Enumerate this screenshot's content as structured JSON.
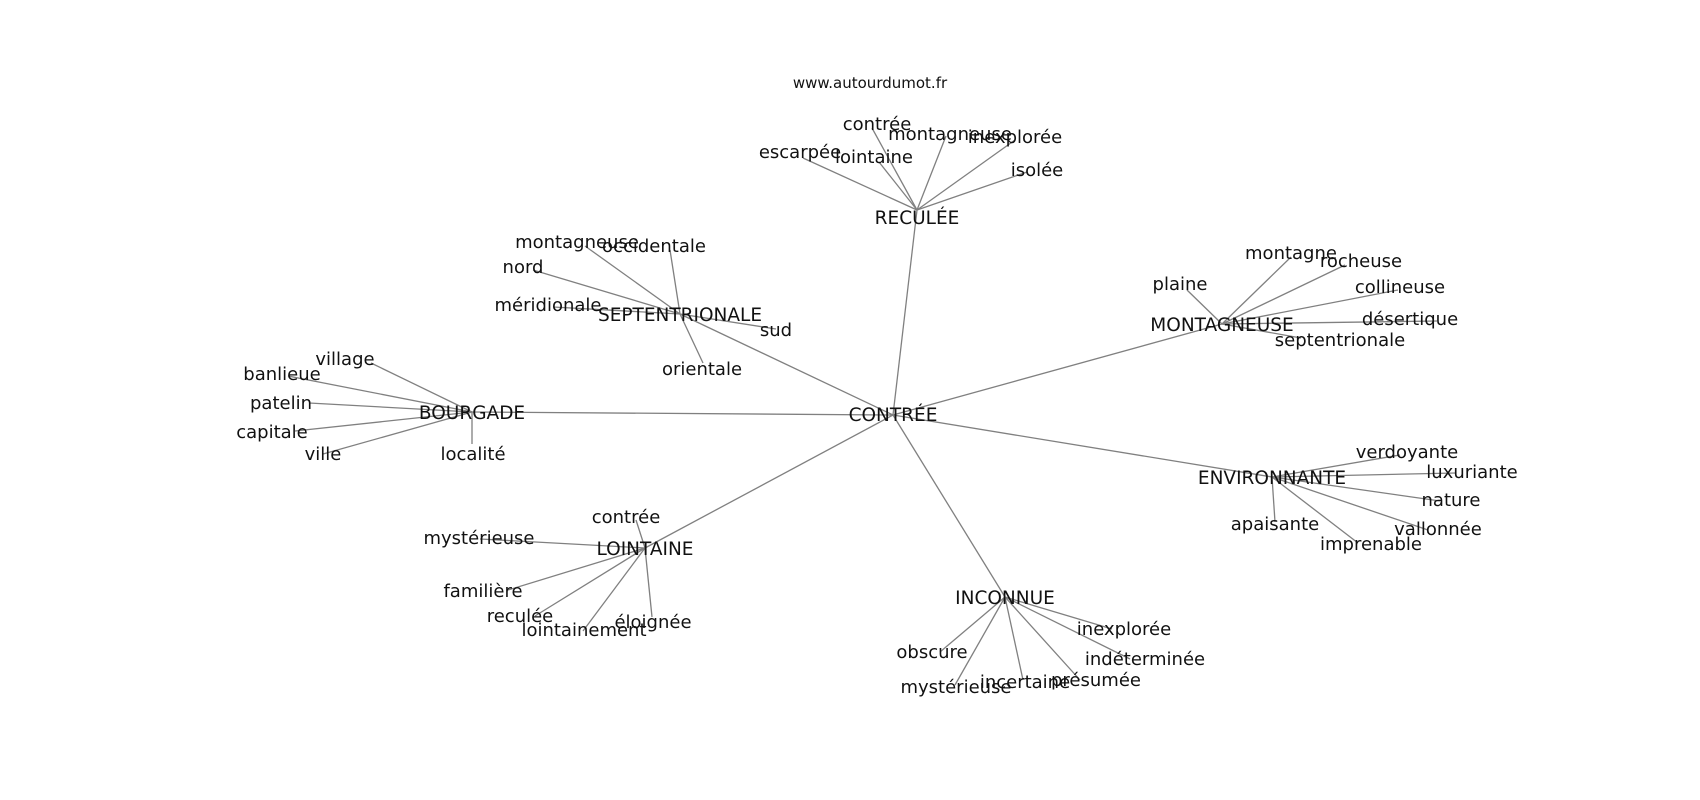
{
  "source": "www.autourdumot.fr",
  "center": "CONTRÉE",
  "clusters": [
    {
      "hub": "RECULÉE",
      "words": [
        "escarpée",
        "contrée",
        "lointaine",
        "montagneuse",
        "inexplorée",
        "isolée"
      ]
    },
    {
      "hub": "SEPTENTRIONALE",
      "words": [
        "montagneuse",
        "occidentale",
        "nord",
        "méridionale",
        "sud",
        "orientale"
      ]
    },
    {
      "hub": "MONTAGNEUSE",
      "words": [
        "montagne",
        "rocheuse",
        "plaine",
        "collineuse",
        "désertique",
        "septentrionale"
      ]
    },
    {
      "hub": "BOURGADE",
      "words": [
        "village",
        "banlieue",
        "patelin",
        "capitale",
        "ville",
        "localité"
      ]
    },
    {
      "hub": "ENVIRONNANTE",
      "words": [
        "verdoyante",
        "luxuriante",
        "nature",
        "vallonnée",
        "imprenable",
        "apaisante"
      ]
    },
    {
      "hub": "LOINTAINE",
      "words": [
        "contrée",
        "mystérieuse",
        "familière",
        "reculée",
        "lointainement",
        "éloignée"
      ]
    },
    {
      "hub": "INCONNUE",
      "words": [
        "inexplorée",
        "indéterminée",
        "présumée",
        "incertaine",
        "mystérieuse",
        "obscure"
      ]
    }
  ]
}
